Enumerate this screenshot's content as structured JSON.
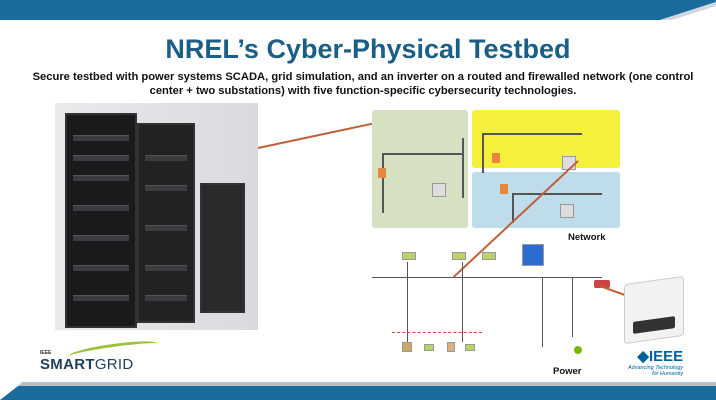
{
  "slide": {
    "title": "NREL’s Cyber-Physical Testbed",
    "subtitle": "Secure testbed with power systems SCADA, grid simulation, and an inverter on a routed and firewalled network (one control center + two substations) with five function-specific cybersecurity technologies.",
    "network_label": "Network",
    "power_label": "Power"
  },
  "logos": {
    "smartgrid_small": "IEEE",
    "smartgrid_bold": "SMART",
    "smartgrid_light": "GRID",
    "ieee_name": "IEEE",
    "ieee_tagline_1": "Advancing Technology",
    "ieee_tagline_2": "for Humanity"
  },
  "colors": {
    "brand_blue": "#1a6c9c",
    "title_blue": "#1b5f86",
    "arrow": "#c0603a",
    "zone_green": "#d6e0c2",
    "zone_yellow": "#f5f03a",
    "zone_blue": "#bfdcea"
  }
}
